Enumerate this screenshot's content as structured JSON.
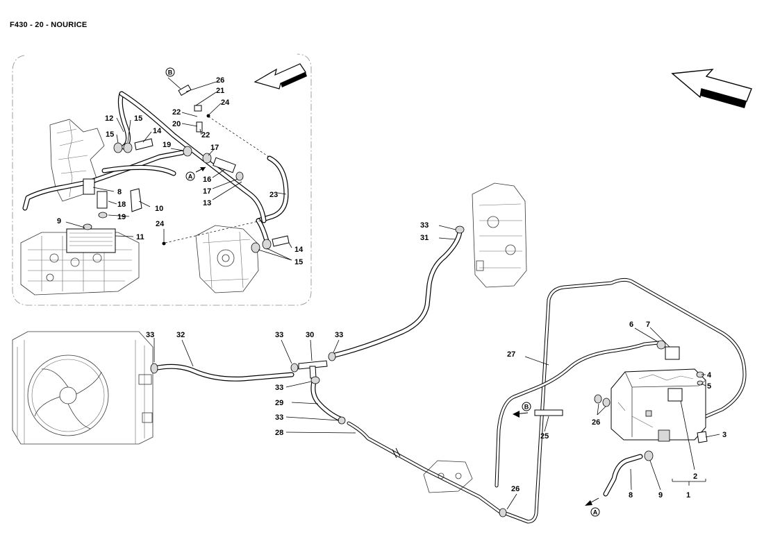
{
  "page_title": "F430 - 20 - NOURICE",
  "flags": {
    "a": "A",
    "b": "B"
  },
  "callouts": [
    {
      "id": "c26-a",
      "text": "26"
    },
    {
      "id": "c21-a",
      "text": "21"
    },
    {
      "id": "c24-a",
      "text": "24"
    },
    {
      "id": "c22-a",
      "text": "22"
    },
    {
      "id": "c20",
      "text": "20"
    },
    {
      "id": "c22-b",
      "text": "22"
    },
    {
      "id": "c12",
      "text": "12"
    },
    {
      "id": "c15-a",
      "text": "15"
    },
    {
      "id": "c15-b",
      "text": "15"
    },
    {
      "id": "c14-a",
      "text": "14"
    },
    {
      "id": "c19-a",
      "text": "19"
    },
    {
      "id": "c17-a",
      "text": "17"
    },
    {
      "id": "c16",
      "text": "16"
    },
    {
      "id": "c17-b",
      "text": "17"
    },
    {
      "id": "c13",
      "text": "13"
    },
    {
      "id": "c23",
      "text": "23"
    },
    {
      "id": "c8",
      "text": "8"
    },
    {
      "id": "c18",
      "text": "18"
    },
    {
      "id": "c10",
      "text": "10"
    },
    {
      "id": "c19-b",
      "text": "19"
    },
    {
      "id": "c9-a",
      "text": "9"
    },
    {
      "id": "c11",
      "text": "11"
    },
    {
      "id": "c24-b",
      "text": "24"
    },
    {
      "id": "c14-b",
      "text": "14"
    },
    {
      "id": "c15-c",
      "text": "15"
    },
    {
      "id": "c33-a",
      "text": "33"
    },
    {
      "id": "c31",
      "text": "31"
    },
    {
      "id": "c33-b",
      "text": "33"
    },
    {
      "id": "c32",
      "text": "32"
    },
    {
      "id": "c33-c",
      "text": "33"
    },
    {
      "id": "c30",
      "text": "30"
    },
    {
      "id": "c33-d",
      "text": "33"
    },
    {
      "id": "c33-e",
      "text": "33"
    },
    {
      "id": "c29",
      "text": "29"
    },
    {
      "id": "c33-f",
      "text": "33"
    },
    {
      "id": "c28",
      "text": "28"
    },
    {
      "id": "c27",
      "text": "27"
    },
    {
      "id": "c6",
      "text": "6"
    },
    {
      "id": "c7",
      "text": "7"
    },
    {
      "id": "c4",
      "text": "4"
    },
    {
      "id": "c5",
      "text": "5"
    },
    {
      "id": "c26-b",
      "text": "26"
    },
    {
      "id": "c25",
      "text": "25"
    },
    {
      "id": "c3",
      "text": "3"
    },
    {
      "id": "c2",
      "text": "2"
    },
    {
      "id": "c1",
      "text": "1"
    },
    {
      "id": "c8-b",
      "text": "8"
    },
    {
      "id": "c9-b",
      "text": "9"
    },
    {
      "id": "c26-c",
      "text": "26"
    }
  ]
}
